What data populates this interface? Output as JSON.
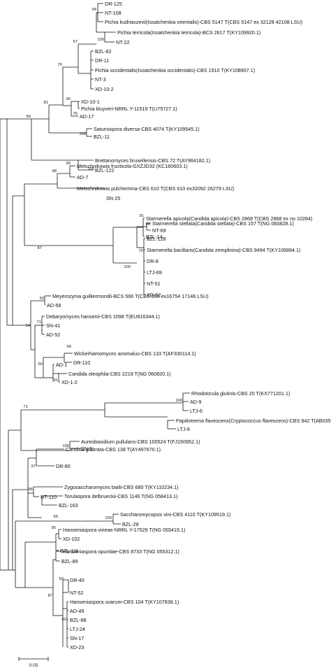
{
  "scale_label": "0.05",
  "taxa": {
    "t1": "DR-125",
    "t2": "NT-108",
    "t3": "Pichia kudriavzevii(Issatchenkia orientalis)-CBS 5147 T(CBS 5147 ex 32128 42108 LSU)",
    "t4": "Pichia terricola(Issatchenkia terricola)-BCS 2617 T(KY109920.1)",
    "t5": "NT-22",
    "t6": "BZL-82",
    "t7": "DR-11",
    "t8": "Pichia occidentalis(Issatchenkia occidentalis)-CBS 1910 T(KY108907.1)",
    "t9": "NT-3",
    "t10": "XD-10-2",
    "t11": "XD-10-1",
    "t12": "Pichia kluyveri-NRRL Y-11519 T(U75727.1)",
    "t13": "AD-17",
    "t14": "Saturnispora diversa-CBS 4074 T(KY109545.1)",
    "t15": "BZL-11",
    "t16": "Brettanomyces bruxellensis-CBS 72 T(AY964182.1)",
    "t17": "BZL-122",
    "t18": "Metschnikowia fructicola-GXZJD32 (KC160603.1)",
    "t19": "AD-7",
    "t20": "Metschnikowia pulcherrima-CBS 610 T(CBS 610 ex32092 26279 LSU)",
    "t21": "SN-25",
    "t22": "Starmerella apicola(Candida apicola)-CBS 2868 T(CBS 2868 ex no 10264)",
    "t23": "BZL-14",
    "t24": "Starmerella stellata(Candida stellata)-CBS 157 T(NG 060828.1)",
    "t25": "NT-69",
    "t26": "BZL-128",
    "t27": "Starmerella bacillaris(Candida zemplinina)-CBS 9494 T(KY106894.1)",
    "t28": "DR-8",
    "t29": "LTJ-69",
    "t30": "NT-51",
    "t31": "XD-62",
    "t32": "Meyerozyma guilliermondii-BCS 566 T(CBS 566 ex16754 17146 LSU)",
    "t33": "AD-58",
    "t34": "Debaryomyces hansenii-CBS 1098 T(EU816344.1)",
    "t35": "SN-41",
    "t36": "AD-52",
    "t37": "Wickerhamomyces anomalus-CBS 133 T(AF330114.1)",
    "t38": "DR-110",
    "t39": "AD-1",
    "t40": "Candida oleophila-CBS 2219 T(NG 060820.1)",
    "t41": "XD-1-2",
    "t42": "Rhodotorula glutinis-CBS 20 T(KX771201.1)",
    "t43": "AD-9",
    "t44": "LTJ-6",
    "t45": "Papiliotrema flavescens(Cryptococcus flavescens)-CBS 942 T(AB035042.1)",
    "t46": "LTJ-8",
    "t47": "Aureobasidium pullulans-CBS 100524 T(FJ150952.1)",
    "t48": "SN-5",
    "t49": "Candida glabrata-CBS 138 T(AY497670.1)",
    "t50": "DR-80",
    "t51": "Zygosaccharomyces bailii-CBS 680 T(KY110234.1)",
    "t52": "NT-110",
    "t53": "Torulaspora delbrueckii-CBS 1146 T(NG 058413.1)",
    "t54": "BZL-163",
    "t55": "Saccharomycopsis vini-CBS 4110 T(KY109519.1)",
    "t56": "BZL-28",
    "t57": "Hanseniaspora vineae-NRRL Y-17529 T(NG 055415.1)",
    "t58": "XD-102",
    "t59": "BZL-111",
    "t60": "Hanseniaspora opuntiae-CBS 8733 T(NG 055312.1)",
    "t61": "BZL-89",
    "t62": "DR-40",
    "t63": "NT-52",
    "t64": "Hanseniaspora uvarum-CBS 104 T(KY107838.1)",
    "t65": "AD-49",
    "t66": "BZL-88",
    "t67": "LTJ-24",
    "t68": "SN-17",
    "t69": "XD-23"
  },
  "bootstrap": {
    "b94": "94",
    "b100a": "100",
    "b57": "57",
    "b70a": "70",
    "b90": "90",
    "b76": "76",
    "b81": "81",
    "b100b": "100",
    "b56": "56",
    "b100c": "100",
    "b99a": "99",
    "b98a": "98",
    "b91a": "91",
    "b98b": "98",
    "b100d": "100",
    "b70b": "70",
    "b87a": "87",
    "b93": "93",
    "b71a": "71",
    "b54": "54",
    "b99b": "99",
    "b50": "50",
    "b91b": "91",
    "b100e": "100",
    "b71b": "71",
    "b100f": "100",
    "b97": "97",
    "b96": "96",
    "b100g": "100",
    "b66": "66",
    "b95": "95",
    "b60a": "60",
    "b87b": "87",
    "b60b": "60"
  }
}
